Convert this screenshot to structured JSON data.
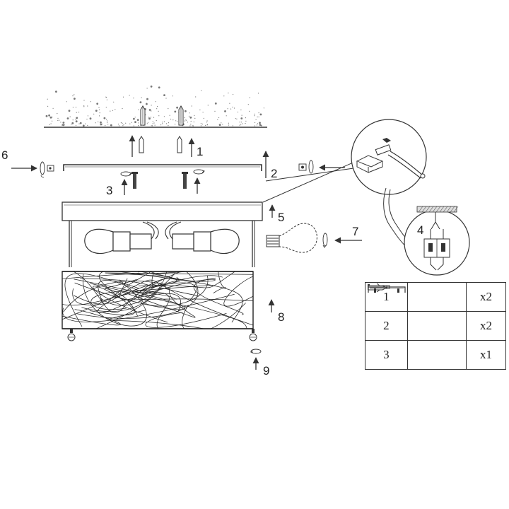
{
  "steps": [
    {
      "id": "1",
      "label": "1"
    },
    {
      "id": "2",
      "label": "2"
    },
    {
      "id": "3",
      "label": "3"
    },
    {
      "id": "4",
      "label": "4"
    },
    {
      "id": "5",
      "label": "5"
    },
    {
      "id": "6",
      "label": "6"
    },
    {
      "id": "7",
      "label": "7"
    },
    {
      "id": "8",
      "label": "8"
    },
    {
      "id": "9",
      "label": "9"
    }
  ],
  "parts_table": [
    {
      "index": "1",
      "icon": "screw-icon",
      "qty": "x2"
    },
    {
      "index": "2",
      "icon": "wall-plug-icon",
      "qty": "x2"
    },
    {
      "index": "3",
      "icon": "mounting-bracket-icon",
      "qty": "x1"
    }
  ],
  "colors": {
    "line": "#333333",
    "paper": "#ffffff"
  }
}
